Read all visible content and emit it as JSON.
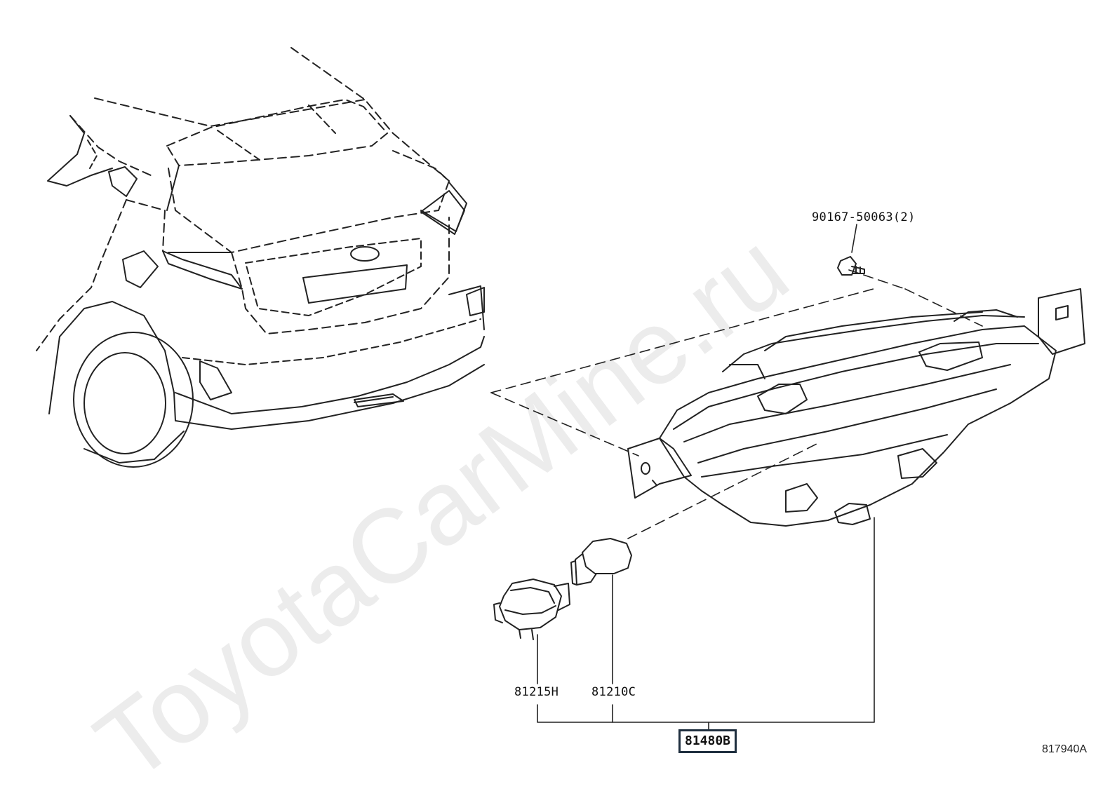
{
  "callouts": {
    "bolt": "90167-50063(2)",
    "socket": "81215H",
    "bulb": "81210C",
    "assembly": "81480B"
  },
  "figure_id": "817940A",
  "watermark": "ToyotaCarMine.ru"
}
